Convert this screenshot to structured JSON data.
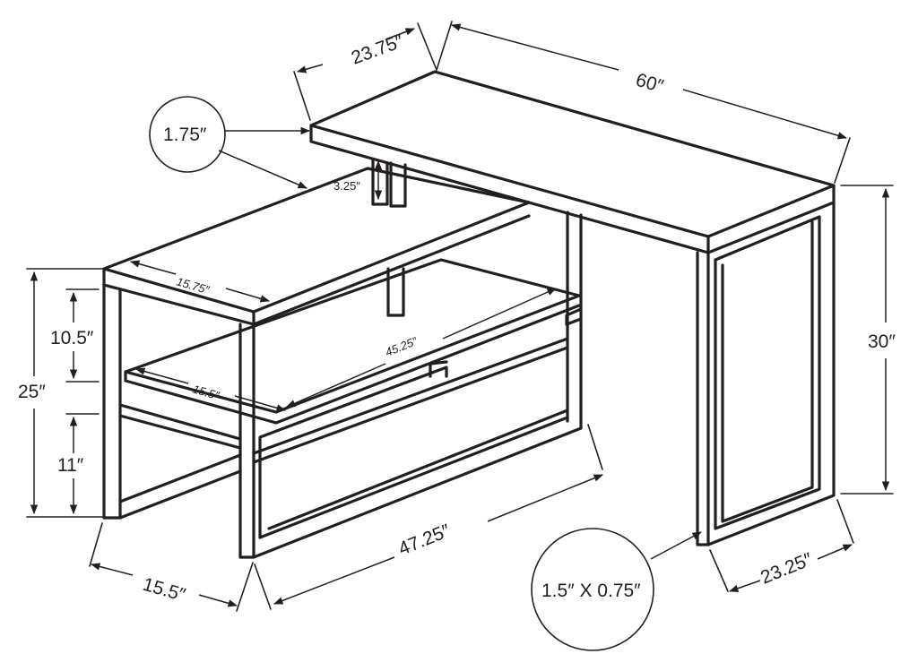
{
  "dimensions": {
    "top_depth": "23.75″",
    "top_width": "60″",
    "top_thickness": "1.75″",
    "apron": "3.25″",
    "return_depth_top": "15.75″",
    "return_shelf_length": "45.25″",
    "return_shelf_depth": "15.5″",
    "upper_height": "10.5″",
    "total_return_height": "25″",
    "lower_height": "11″",
    "desk_height": "30″",
    "return_base_depth": "15.5″",
    "return_length": "47.25″",
    "tube_size": "1.5″ X 0.75″",
    "leg_depth": "23.25″"
  },
  "colors": {
    "line": "#231f20",
    "background": "#ffffff"
  }
}
